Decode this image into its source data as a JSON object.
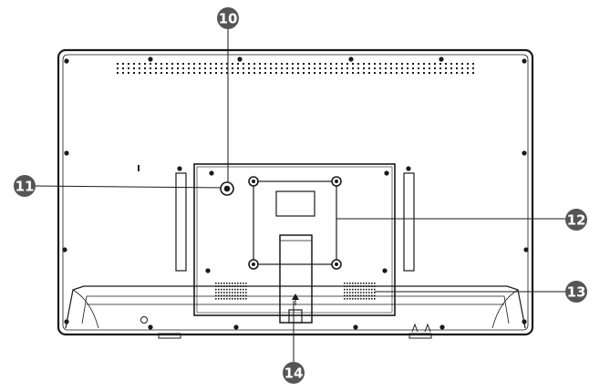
{
  "callouts": [
    {
      "label": "10"
    },
    {
      "label": "11"
    },
    {
      "label": "12"
    },
    {
      "label": "13"
    },
    {
      "label": "14"
    }
  ],
  "colors": {
    "line": "#1a1a1a",
    "badge": "#555555",
    "background": "#ffffff"
  }
}
